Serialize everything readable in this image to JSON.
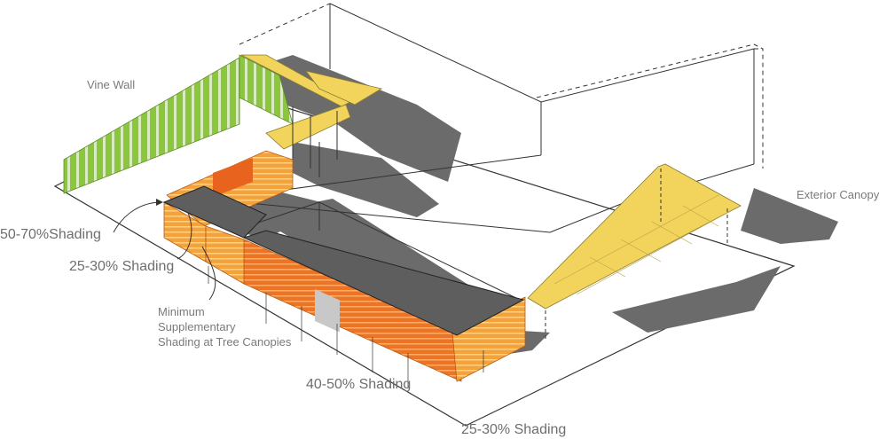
{
  "labels": {
    "vine_wall": "Vine Wall",
    "exterior_canopy": "Exterior Canopy",
    "shading_50_70": "50-70%Shading",
    "shading_25_30_upper": "25-30% Shading",
    "min_supp_line1": "Minimum",
    "min_supp_line2": "Supplementary",
    "min_supp_line3": "Shading at Tree Canopies",
    "shading_40_50": "40-50% Shading",
    "shading_25_30_lower": "25-30% Shading"
  },
  "colors": {
    "vine_green": "#8cc63f",
    "canopy_yellow": "#f2d45c",
    "shade_orange": "#f08a1c",
    "shade_deep": "#e8641e",
    "shadow_gray": "#666666",
    "line_dark": "#333333",
    "text_gray": "#7a7a7a"
  }
}
